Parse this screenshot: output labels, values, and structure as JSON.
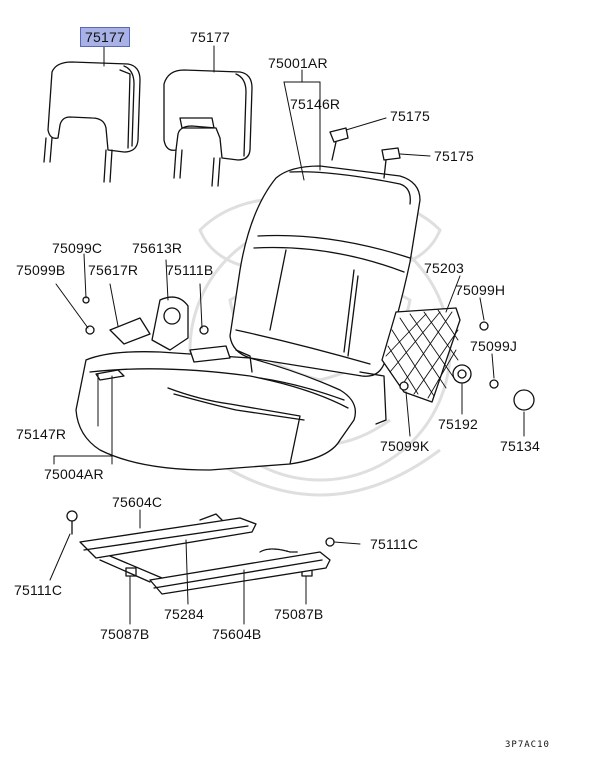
{
  "labels": {
    "headrest_left": "75177",
    "headrest_right": "75177",
    "seatback_frame": "75001AR",
    "seatback_cover": "75146R",
    "clip_upper": "75175",
    "clip_lower": "75175",
    "screw_c": "75099C",
    "screw_b": "75099B",
    "bracket_613r": "75613R",
    "bracket_617r": "75617R",
    "bolt_111b": "75111B",
    "net_pocket": "75203",
    "screw_h": "75099H",
    "screw_j": "75099J",
    "knob": "75192",
    "cap": "75134",
    "screw_k": "75099K",
    "cushion_cover": "75147R",
    "cushion_frame": "75004AR",
    "rail_upper": "75604C",
    "bolt_111c_right": "75111C",
    "bolt_111c_left": "75111C",
    "nut_left": "75087B",
    "spring": "75284",
    "rail_lower": "75604B",
    "nut_right": "75087B"
  },
  "diagram_code": "3P7AC10",
  "colors": {
    "highlight": "#a8b2e6",
    "line": "#111111",
    "watermark": "#d9d9d9"
  }
}
